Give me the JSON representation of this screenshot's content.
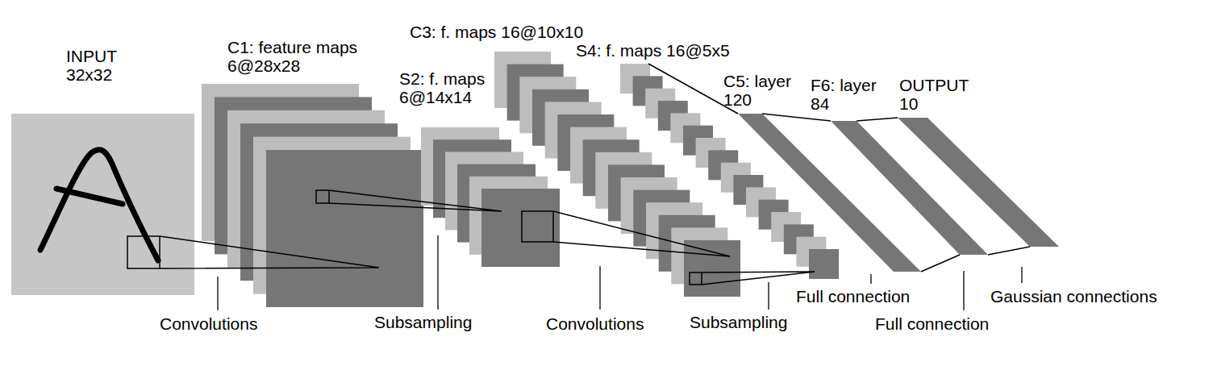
{
  "diagram": {
    "nodes": [
      {
        "text": [
          "INPUT 32x32"
        ]
      },
      {
        "text": [
          "C1: feature maps 6@28x28"
        ]
      },
      {
        "text": [
          "S2: f. maps 6@14x14"
        ]
      },
      {
        "text": [
          "C3: f. maps 16@10x10"
        ]
      },
      {
        "text": [
          "S4: f. maps 16@5x5"
        ]
      },
      {
        "text": [
          "C5: layer 120"
        ]
      },
      {
        "text": [
          "F6: layer 84"
        ]
      },
      {
        "text": [
          "OUTPUT 10"
        ]
      }
    ],
    "edges": [
      {
        "from": 0,
        "to": 1,
        "arrow": "none"
      },
      {
        "from": 1,
        "to": 2,
        "arrow": "none"
      },
      {
        "from": 2,
        "to": 3,
        "arrow": "none"
      },
      {
        "from": 3,
        "to": 4,
        "arrow": "none"
      },
      {
        "from": 4,
        "to": 5,
        "arrow": "none"
      },
      {
        "from": 5,
        "to": 6,
        "arrow": "none"
      },
      {
        "from": 6,
        "to": 7,
        "arrow": "none"
      }
    ],
    "labels": [
      "Convolutions",
      "Subsampling",
      "Convolutions",
      "Subsampling",
      "Full connection",
      "Full connection",
      "Gaussian connections"
    ]
  }
}
